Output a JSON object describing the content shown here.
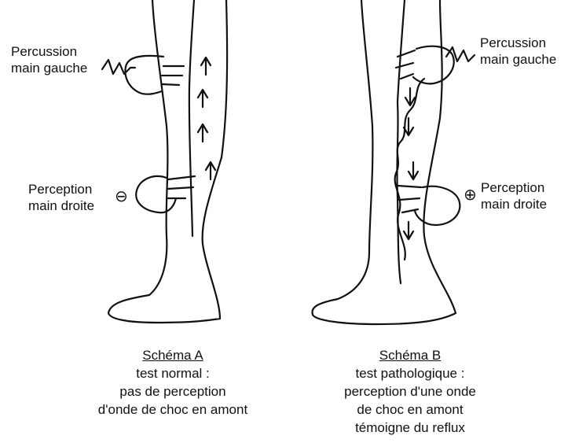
{
  "diagram_a": {
    "label_top": [
      "Percussion",
      "main gauche"
    ],
    "label_mid": [
      "Perception",
      "main droite"
    ],
    "sign": "⊖",
    "caption_title": "Schéma A",
    "caption_lines": [
      "test normal :",
      "pas de perception",
      "d'onde de choc en amont"
    ]
  },
  "diagram_b": {
    "label_top": [
      "Percussion",
      "main gauche"
    ],
    "label_mid": [
      "Perception",
      "main droite"
    ],
    "sign": "⊕",
    "caption_title": "Schéma B",
    "caption_lines": [
      "test pathologique :",
      "perception d'une onde",
      "de choc en amont",
      "témoigne du reflux"
    ]
  }
}
